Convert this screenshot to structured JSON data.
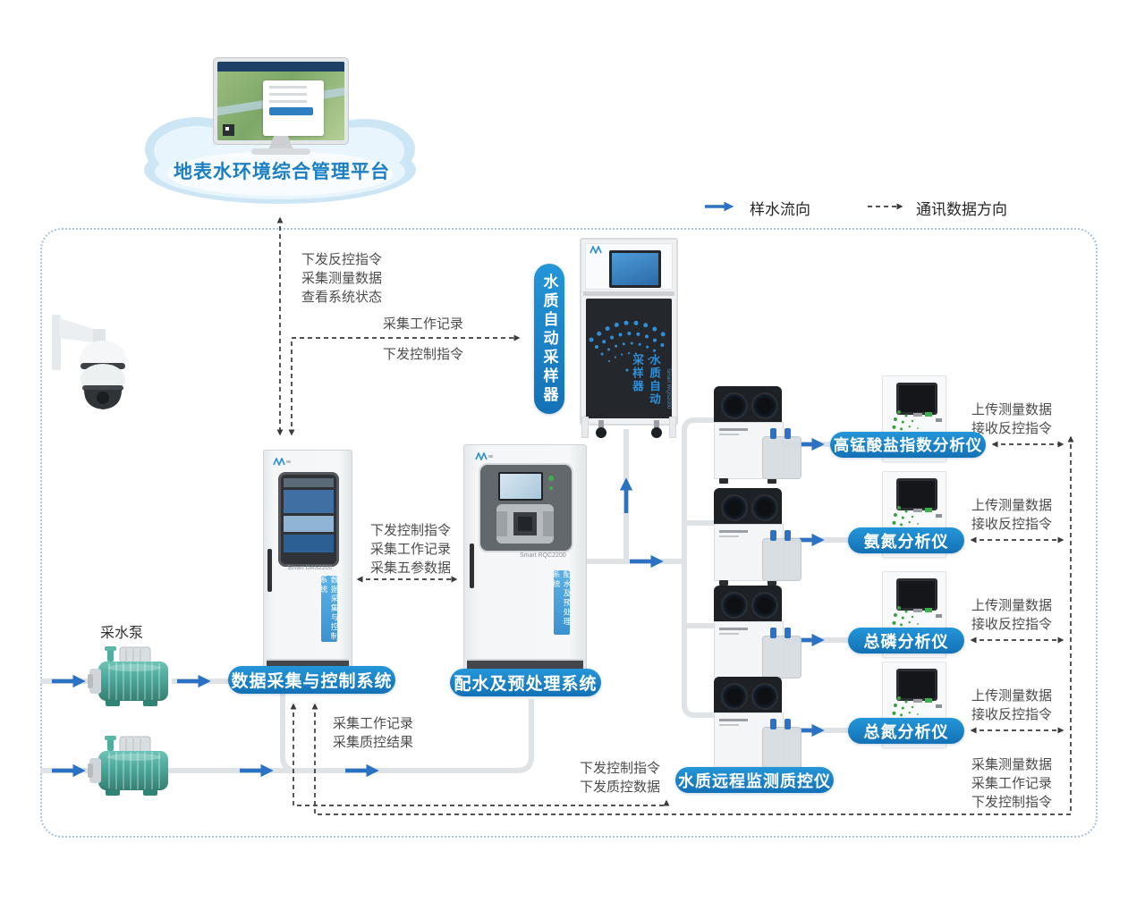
{
  "platform": {
    "title": "地表水环境综合管理平台"
  },
  "legend": {
    "sample_flow": "样水流向",
    "comm_direction": "通讯数据方向"
  },
  "pump_label": "采水泵",
  "devices": {
    "sampler": {
      "pill": "水质自动采样器",
      "panel_text": "水质自动采样器",
      "model": "Smart WQS2000"
    },
    "das": {
      "pill": "数据采集与控制系统",
      "strip": "数据采集与控制系统",
      "model": "Smart DAS2200"
    },
    "rqc": {
      "pill": "配水及预处理系统",
      "strip": "配水及预处理系统",
      "model": "Smart RQC2200"
    },
    "qc": {
      "pill": "水质远程监测质控仪"
    }
  },
  "analyzers": [
    {
      "label": "高锰酸盐指数分析仪"
    },
    {
      "label": "氨氮分析仪"
    },
    {
      "label": "总磷分析仪"
    },
    {
      "label": "总氮分析仪"
    }
  ],
  "annotations": {
    "platform_link": [
      "下发反控指令",
      "采集测量数据",
      "查看系统状态"
    ],
    "sampler_up": "采集工作记录",
    "sampler_down": "下发控制指令",
    "das_rqc": [
      "下发控制指令",
      "采集工作记录",
      "采集五参数据"
    ],
    "das_qc_results": [
      "采集工作记录",
      "采集质控结果"
    ],
    "qc_cmds": [
      "下发控制指令",
      "下发质控数据"
    ],
    "analyzer_comm": [
      "上传测量数据",
      "接收反控指令"
    ],
    "trunk_comm": [
      "采集测量数据",
      "采集工作记录",
      "下发控制指令"
    ]
  },
  "colors": {
    "pill_blue": "#1b86cc",
    "water_arrow": "#2b72c4",
    "comm_line": "#3a3a3a",
    "pipe": "#e2e6e9",
    "platform_title": "#1a7fc4",
    "analyzer_dots": "#3f9e42",
    "sampler_accent": "#2f8fd9",
    "pump_teal": "#4fae9f"
  }
}
